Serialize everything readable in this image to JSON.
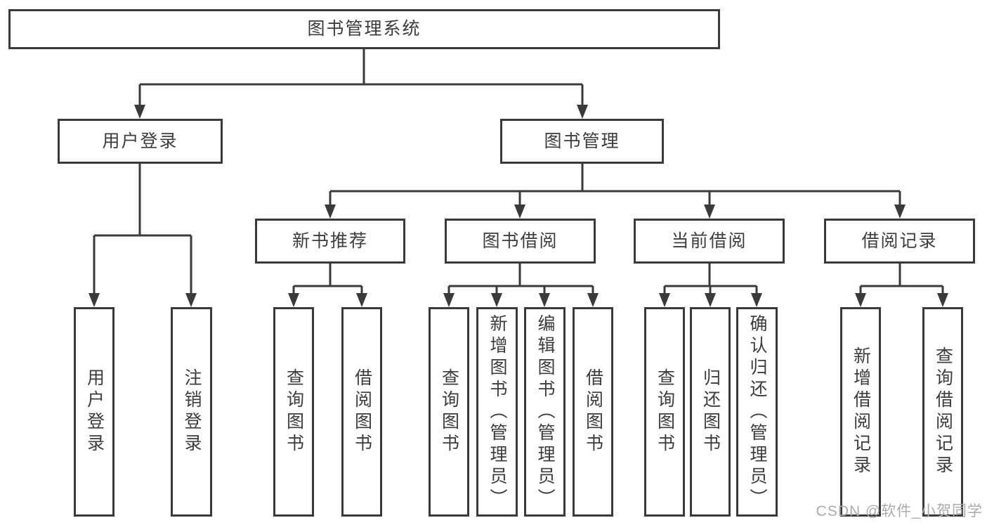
{
  "diagram": {
    "title": "图书管理系统",
    "nodes": {
      "root": "图书管理系统",
      "user_login": "用户登录",
      "book_mgmt": "图书管理",
      "new_book_rec": "新书推荐",
      "book_borrow": "图书借阅",
      "current_borrow": "当前借阅",
      "borrow_records": "借阅记录",
      "leaf_user_login": "用户登录",
      "leaf_logout": "注销登录",
      "leaf_nb_query": "查询图书",
      "leaf_nb_borrow": "借阅图书",
      "leaf_bb_query": "查询图书",
      "leaf_bb_add": "新增图书（管理员）",
      "leaf_bb_edit": "编辑图书（管理员）",
      "leaf_bb_borrow": "借阅图书",
      "leaf_cb_query": "查询图书",
      "leaf_cb_return": "归还图书",
      "leaf_cb_confirm": "确认归还（管理员）",
      "leaf_br_add": "新增借阅记录",
      "leaf_br_query": "查询借阅记录"
    }
  },
  "watermark": {
    "text": "CSDN @软件_小贺同学"
  },
  "colors": {
    "line": "#3a3a3a",
    "text": "#3c3c3c",
    "background": "#ffffff",
    "watermark": "#ababab"
  }
}
